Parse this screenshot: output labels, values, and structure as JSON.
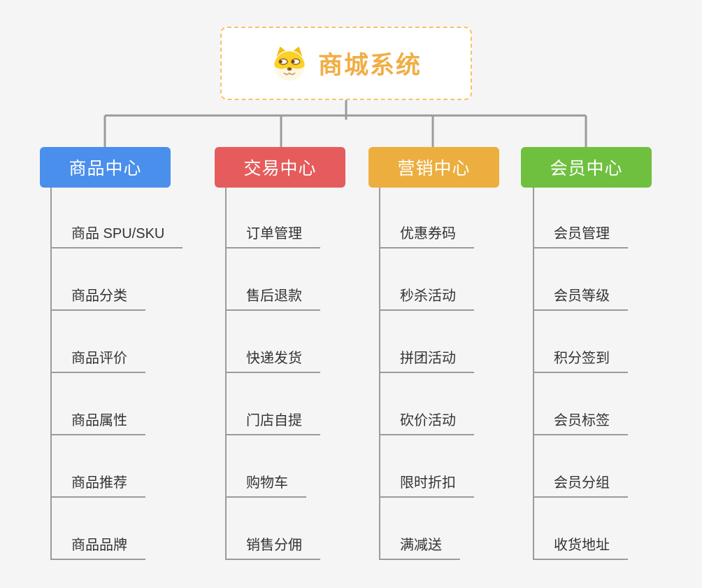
{
  "root": {
    "title": "商城系统",
    "icon": "dog-face-icon",
    "title_color": "#f0ae45",
    "border_color": "#f6c36b"
  },
  "connector_color": "#9b9b9b",
  "branches": [
    {
      "label": "商品中心",
      "color": "#4a8fec",
      "items": [
        "商品 SPU/SKU",
        "商品分类",
        "商品评价",
        "商品属性",
        "商品推荐",
        "商品品牌"
      ]
    },
    {
      "label": "交易中心",
      "color": "#e65c5c",
      "items": [
        "订单管理",
        "售后退款",
        "快递发货",
        "门店自提",
        "购物车",
        "销售分佣"
      ]
    },
    {
      "label": "营销中心",
      "color": "#ecae3f",
      "items": [
        "优惠券码",
        "秒杀活动",
        "拼团活动",
        "砍价活动",
        "限时折扣",
        "满减送"
      ]
    },
    {
      "label": "会员中心",
      "color": "#70c040",
      "items": [
        "会员管理",
        "会员等级",
        "积分签到",
        "会员标签",
        "会员分组",
        "收货地址"
      ]
    }
  ]
}
